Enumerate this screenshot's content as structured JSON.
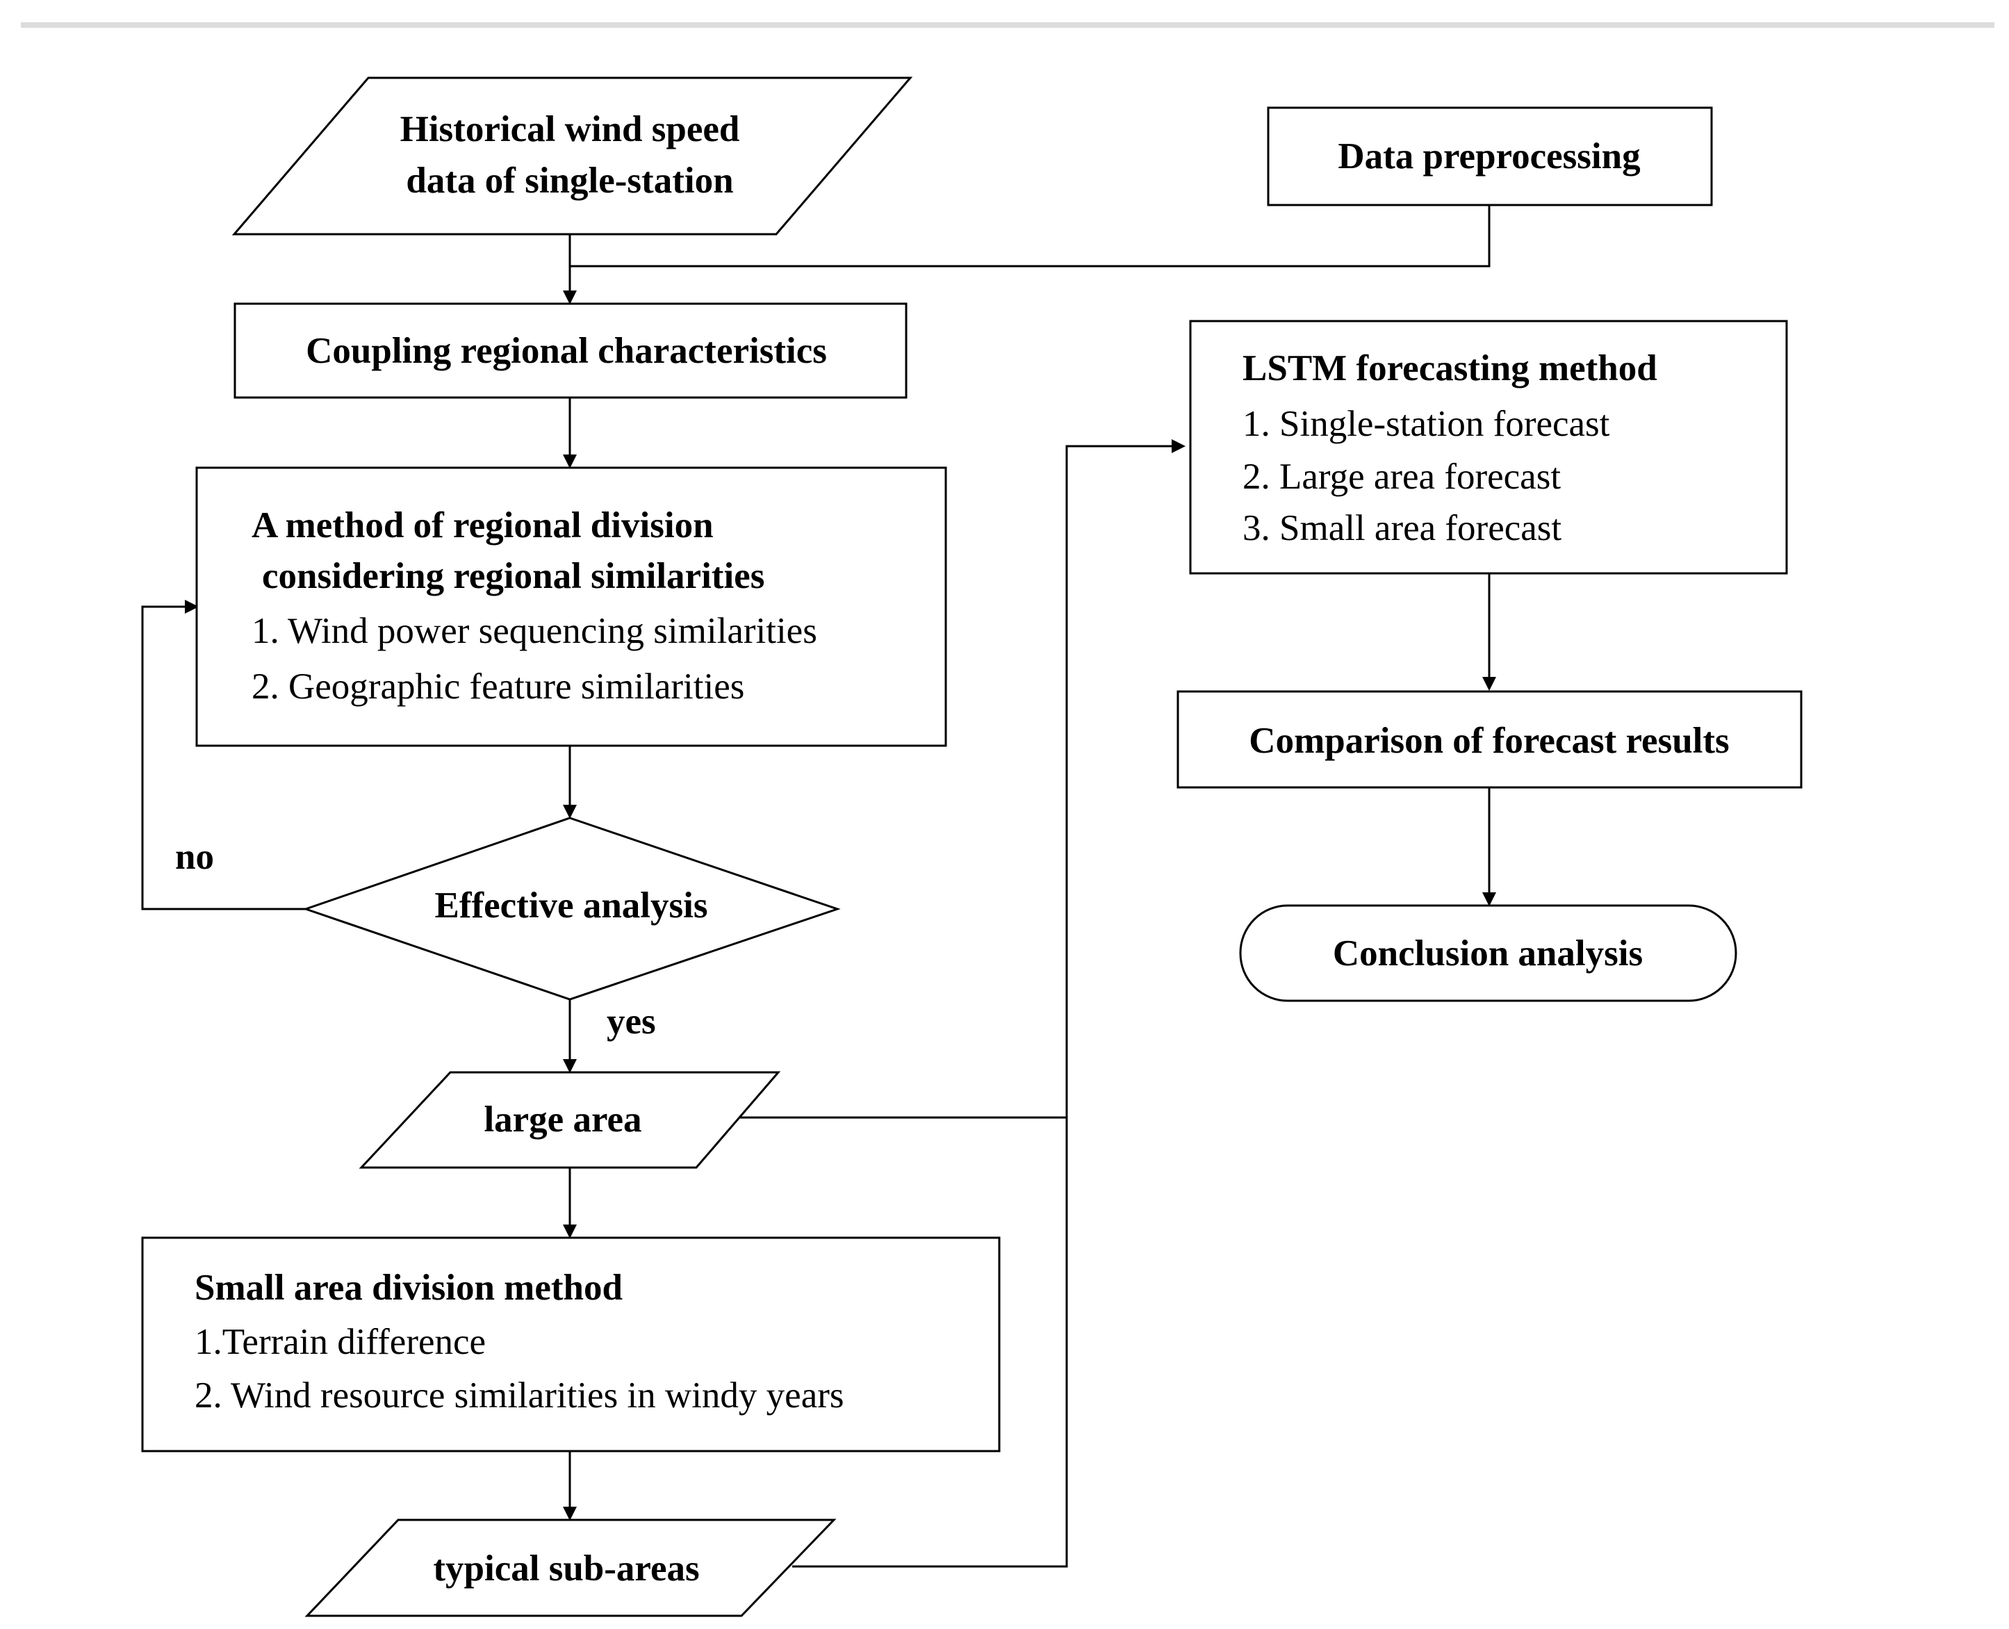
{
  "nodes": {
    "historical_data": {
      "line1": "Historical wind speed",
      "line2": "data of single-station"
    },
    "data_preprocessing": {
      "label": "Data preprocessing"
    },
    "coupling": {
      "label": "Coupling regional characteristics"
    },
    "regional_division": {
      "title1": "A method of regional division",
      "title2": "considering regional similarities",
      "item1": "1. Wind power sequencing similarities",
      "item2": "2. Geographic feature similarities"
    },
    "effective_analysis": {
      "label": "Effective analysis"
    },
    "large_area": {
      "label": "large area"
    },
    "small_area_division": {
      "title": "Small area division method",
      "item1": "1.Terrain difference",
      "item2": "2. Wind resource similarities in windy years"
    },
    "typical_sub_areas": {
      "label": "typical sub-areas"
    },
    "lstm": {
      "title": "LSTM forecasting method",
      "item1": "1. Single-station forecast",
      "item2": "2. Large area forecast",
      "item3": "3. Small area forecast"
    },
    "comparison": {
      "label": "Comparison of forecast results"
    },
    "conclusion": {
      "label": "Conclusion analysis"
    }
  },
  "edge_labels": {
    "no": "no",
    "yes": "yes"
  }
}
